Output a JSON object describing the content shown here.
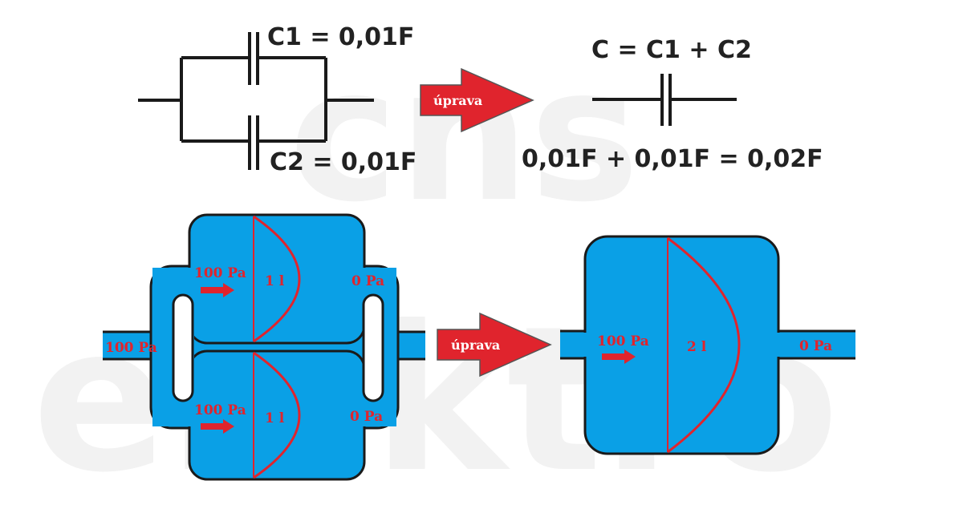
{
  "watermark": {
    "top": "cns",
    "bottom": "elektro"
  },
  "circuit": {
    "c1_label": "C1 = 0,01F",
    "c2_label": "C2 = 0,01F",
    "formula": "C = C1 + C2",
    "sum": "0,01F + 0,01F = 0,02F"
  },
  "arrows": {
    "top_label": "úprava",
    "bottom_label": "úprava"
  },
  "hydraulic_parallel": {
    "inlet_pressure": "100 Pa",
    "upper": {
      "pressure_in": "100 Pa",
      "volume": "1 l",
      "pressure_out": "0 Pa"
    },
    "lower": {
      "pressure_in": "100 Pa",
      "volume": "1 l",
      "pressure_out": "0 Pa"
    }
  },
  "hydraulic_single": {
    "pressure_in": "100 Pa",
    "volume": "2 l",
    "pressure_out": "0 Pa"
  },
  "colors": {
    "water": "#0aa0e6",
    "outline": "#1a1a1a",
    "red": "#e0242d",
    "wire": "#1a1a1a"
  }
}
